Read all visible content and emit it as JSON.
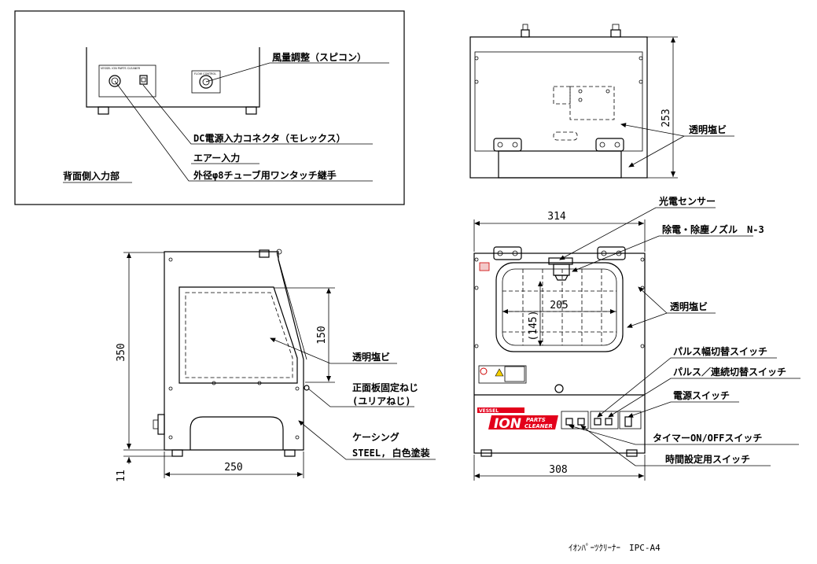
{
  "rear_view": {
    "title": "背面側入力部",
    "callouts": {
      "speed_control": "風量調整（スピコン）",
      "dc_connector": "DC電源入力コネクタ（モレックス）",
      "air_input_line1": "エアー入力",
      "air_input_line2": "外径φ8チューブ用ワンタッチ継手"
    }
  },
  "top_view": {
    "dims": {
      "depth": "253"
    },
    "callouts": {
      "pvc": "透明塩ビ"
    }
  },
  "side_view": {
    "dims": {
      "height": "350",
      "window_h": "150",
      "width": "250",
      "foot": "11"
    },
    "callouts": {
      "pvc": "透明塩ビ",
      "front_screw_line1": "正面板固定ねじ",
      "front_screw_line2": "(ユリアねじ)",
      "casing_line1": "ケーシング",
      "casing_line2": "STEEL, 白色塗装"
    }
  },
  "front_view": {
    "dims": {
      "top_width": "314",
      "window_w": "205",
      "window_h": "(145)",
      "bottom_width": "308"
    },
    "panel": {
      "brand": "ION",
      "product_line1": "PARTS",
      "product_line2": "CLEANER",
      "maker": "VESSEL"
    },
    "callouts": {
      "photo_sensor": "光電センサー",
      "nozzle": "除電・除塵ノズル　N-3",
      "pvc": "透明塩ビ",
      "pulse_width": "パルス幅切替スイッチ",
      "pulse_continuous": "パルス／連続切替スイッチ",
      "power": "電源スイッチ",
      "timer": "タイマーON/OFFスイッチ",
      "time_setting": "時間設定用スイッチ"
    }
  },
  "footer": {
    "model": "ｲｵﾝﾊﾟｰﾂｸﾘｰﾅｰ　IPC-A4"
  }
}
